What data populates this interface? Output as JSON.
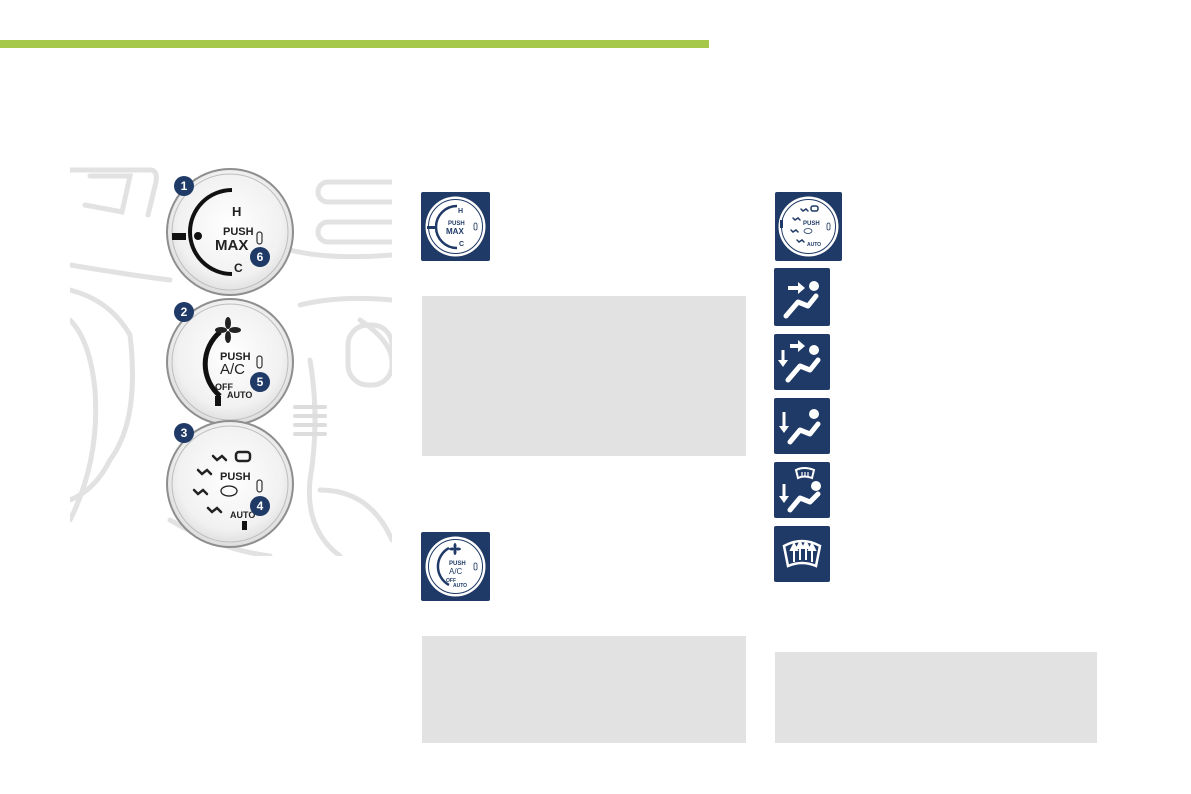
{
  "page": {
    "accent_color": "#a5c84a",
    "icon_tile_color": "#1f3a66",
    "note_panel_color": "#e2e2e3"
  },
  "illustration": {
    "callouts": [
      "1",
      "2",
      "3",
      "4",
      "5",
      "6"
    ],
    "dial_temperature": {
      "push_label": "PUSH",
      "button_label": "MAX",
      "hot_label": "H",
      "cold_label": "C"
    },
    "dial_fan": {
      "push_label": "PUSH",
      "button_label": "A/C",
      "off_label": "OFF",
      "auto_label": "AUTO"
    },
    "dial_distribution": {
      "push_label": "PUSH",
      "auto_label": "AUTO"
    }
  },
  "icons": {
    "temperature_dial": {
      "icon": "temperature-dial-icon",
      "push_label": "PUSH",
      "button_label": "MAX",
      "hot_label": "H",
      "cold_label": "C"
    },
    "fan_dial": {
      "icon": "fan-dial-icon",
      "push_label": "PUSH",
      "button_label": "A/C",
      "off_label": "OFF",
      "auto_label": "AUTO"
    },
    "distribution_dial": {
      "icon": "distribution-dial-icon",
      "push_label": "PUSH",
      "auto_label": "AUTO"
    },
    "airflow_modes": [
      "face-vent-icon",
      "face-and-feet-icon",
      "feet-vent-icon",
      "feet-and-windscreen-icon",
      "windscreen-demist-icon"
    ]
  }
}
